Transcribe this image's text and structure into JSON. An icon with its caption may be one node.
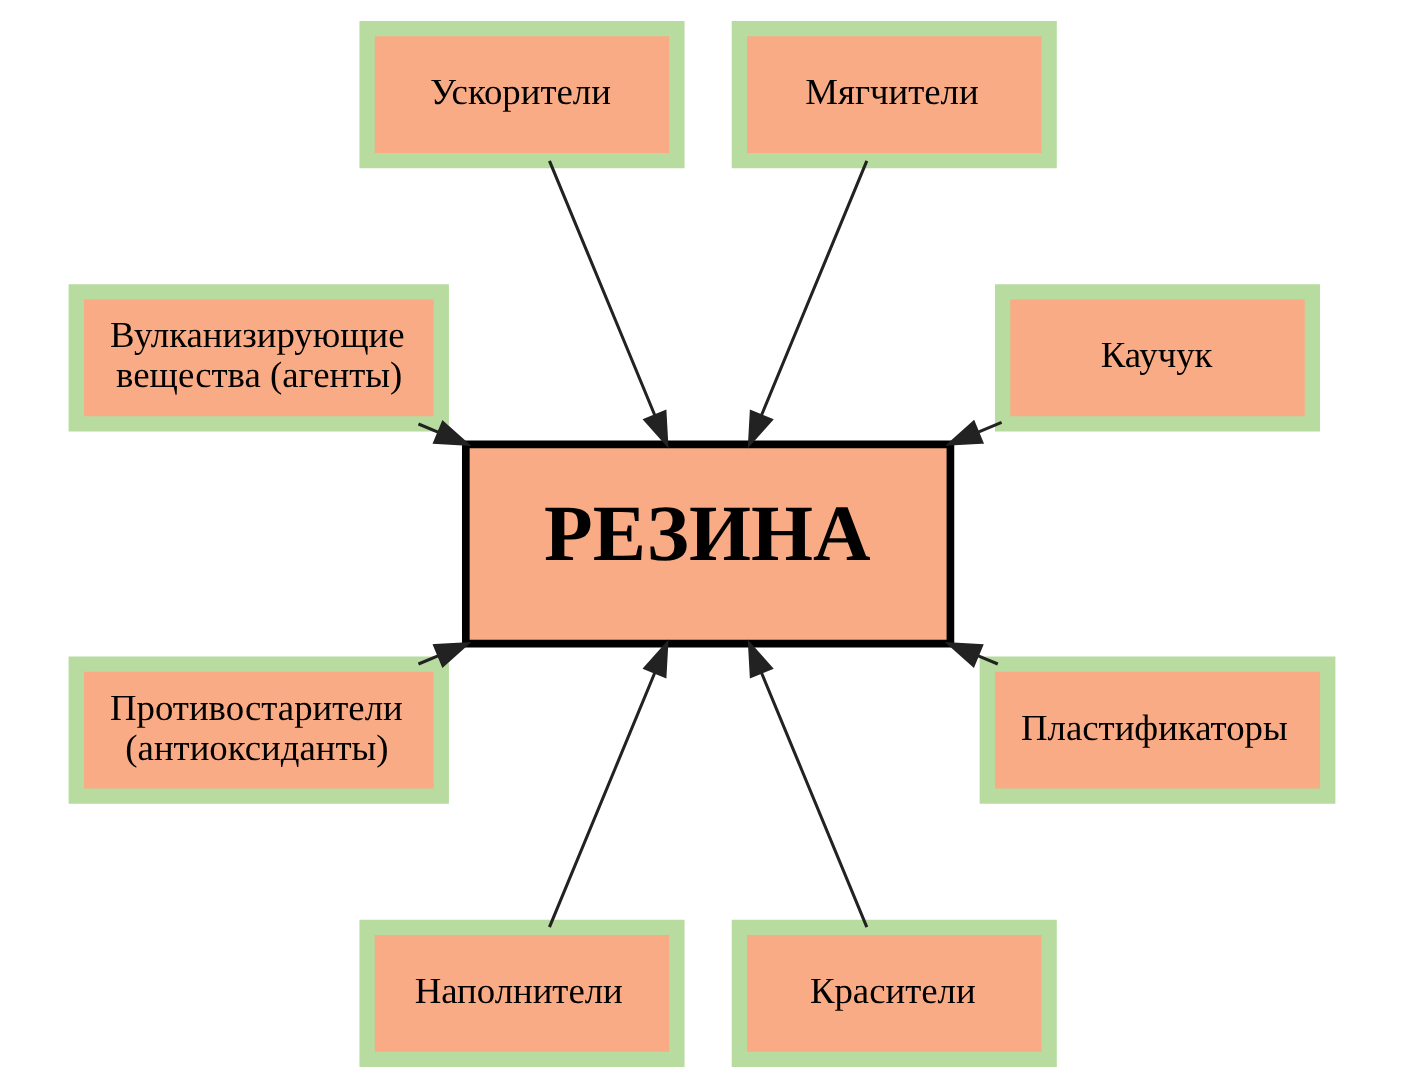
{
  "diagram": {
    "nodes": [
      {
        "text": [
          "РЕЗИНА"
        ]
      },
      {
        "text": [
          "Каучук"
        ]
      },
      {
        "text": [
          "Мягчители"
        ]
      },
      {
        "text": [
          "Ускорители"
        ]
      },
      {
        "text": [
          "Вулканизирующие вещества (агенты)"
        ]
      },
      {
        "text": [
          "Противостарители (антиоксиданты)"
        ]
      },
      {
        "text": [
          "Наполнители"
        ]
      },
      {
        "text": [
          "Красители"
        ]
      },
      {
        "text": [
          "Пластификаторы"
        ]
      }
    ],
    "edges": [
      {
        "from": 1,
        "to": 0,
        "arrow": "to"
      },
      {
        "from": 2,
        "to": 0,
        "arrow": "to"
      },
      {
        "from": 3,
        "to": 0,
        "arrow": "to"
      },
      {
        "from": 4,
        "to": 0,
        "arrow": "to"
      },
      {
        "from": 5,
        "to": 0,
        "arrow": "to"
      },
      {
        "from": 6,
        "to": 0,
        "arrow": "to"
      },
      {
        "from": 7,
        "to": 0,
        "arrow": "to"
      },
      {
        "from": 8,
        "to": 0,
        "arrow": "to"
      }
    ]
  }
}
